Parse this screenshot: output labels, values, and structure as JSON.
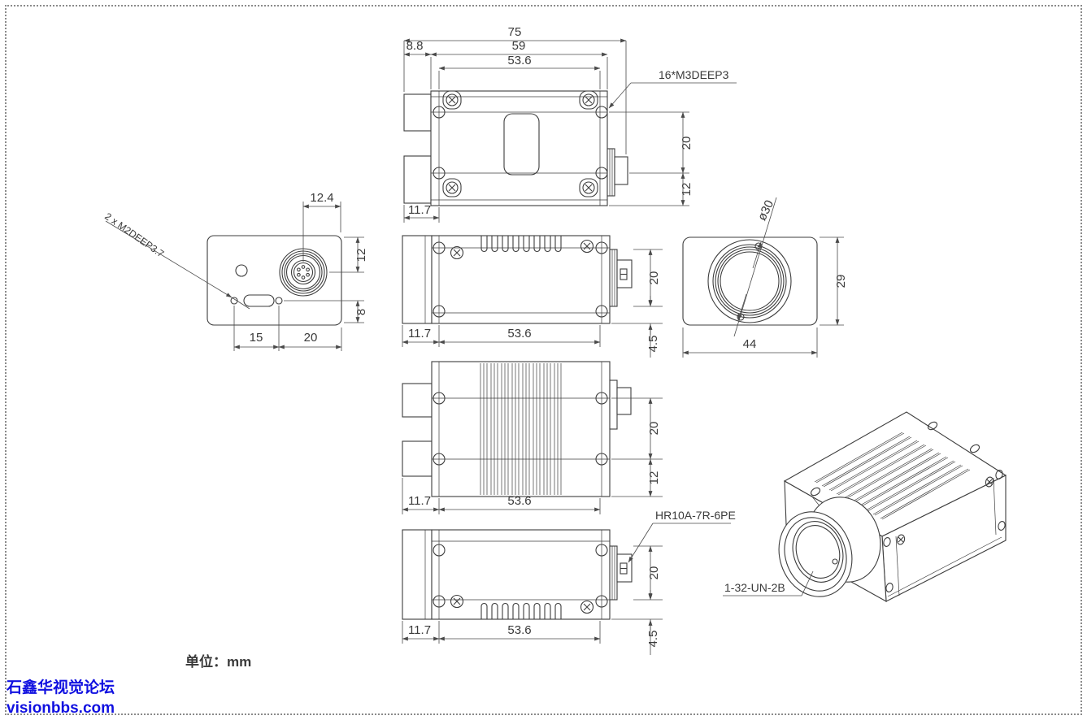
{
  "page": {
    "units_label": "单位：mm"
  },
  "watermark": {
    "line1": "石鑫华视觉论坛",
    "line2": "visionbbs.com",
    "color": "#1010e0"
  },
  "colors": {
    "line": "#3d3d3d",
    "dim": "#4a4a4a",
    "background": "#ffffff",
    "border_dots": "#8a8a8a",
    "watermark_blue": "#1010e0"
  },
  "top_view": {
    "total_width": "75",
    "mount_offset": "8.8",
    "body_width": "59",
    "mount_width": "53.6",
    "front_depth": "11.7",
    "upper_spacing": "20",
    "lower_spacing": "12",
    "screw_note": "16*M3DEEP3"
  },
  "back_view": {
    "screw_note": "2 x M2DEEP3.7",
    "connector_offset": "12.4",
    "connector_from_top": "12",
    "hole_from_bottom": "8",
    "hole_spacing_left": "15",
    "hole_spacing_right": "20"
  },
  "side_view_top_fins": {
    "front_depth": "11.7",
    "mount_width": "53.6",
    "connector_height": "20",
    "connector_offset": "4.5"
  },
  "front_view": {
    "lens_diameter": "ø30",
    "height": "29",
    "width": "44"
  },
  "top_view_fins": {
    "front_depth": "11.7",
    "mount_width": "53.6",
    "upper_spacing": "20",
    "lower_spacing": "12"
  },
  "side_view_bottom_fins": {
    "connector_model": "HR10A-7R-6PE",
    "front_depth": "11.7",
    "mount_width": "53.6",
    "connector_height": "20",
    "connector_offset": "4.5"
  },
  "iso_view": {
    "lens_thread": "1-32-UN-2B"
  }
}
